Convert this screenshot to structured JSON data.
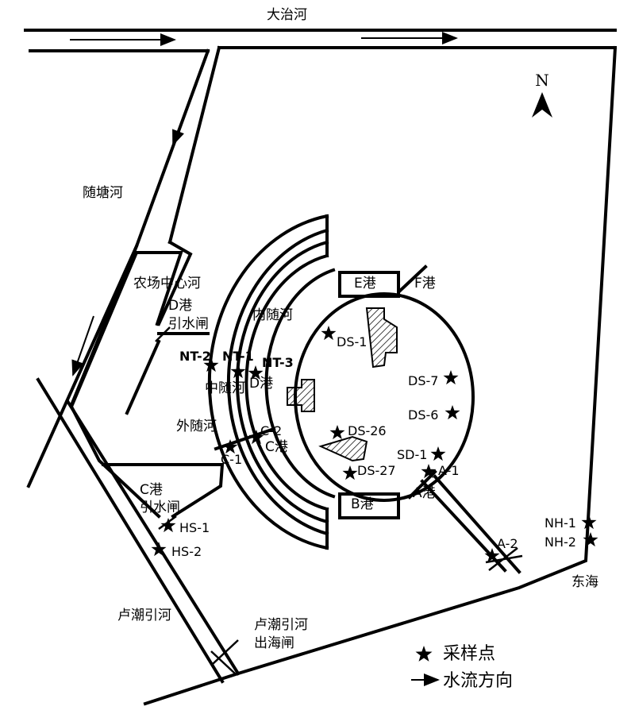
{
  "rivers": {
    "dazhi": "大治河",
    "suitang": "随塘河",
    "luchao": "卢潮引河",
    "luchao_gate": [
      "卢潮引河",
      "出海闸"
    ],
    "farm_center": "农场中心河",
    "inner_ring": "内随河",
    "middle_ring": "中随河",
    "outer_ring": "外随河",
    "east_sea": "东海"
  },
  "harbors": {
    "e": "E港",
    "f": "F港",
    "a": "A港",
    "b": "B港",
    "c": "C港",
    "d": "D港",
    "d_gate": [
      "D港",
      "引水闸"
    ],
    "c_gate": [
      "C港",
      "引水闸"
    ]
  },
  "north": "N",
  "sites": [
    "DS-1",
    "DS-7",
    "DS-6",
    "DS-26",
    "SD-1",
    "DS-27",
    "A-1",
    "A-2",
    "NH-1",
    "NH-2",
    "HS-1",
    "HS-2",
    "NT-2",
    "NT-1",
    "NT-3",
    "C-2",
    "C-1"
  ],
  "legend": {
    "sample": "采样点",
    "flow": "水流方向"
  },
  "colors": {
    "ink": "#000000",
    "background": "#ffffff"
  }
}
